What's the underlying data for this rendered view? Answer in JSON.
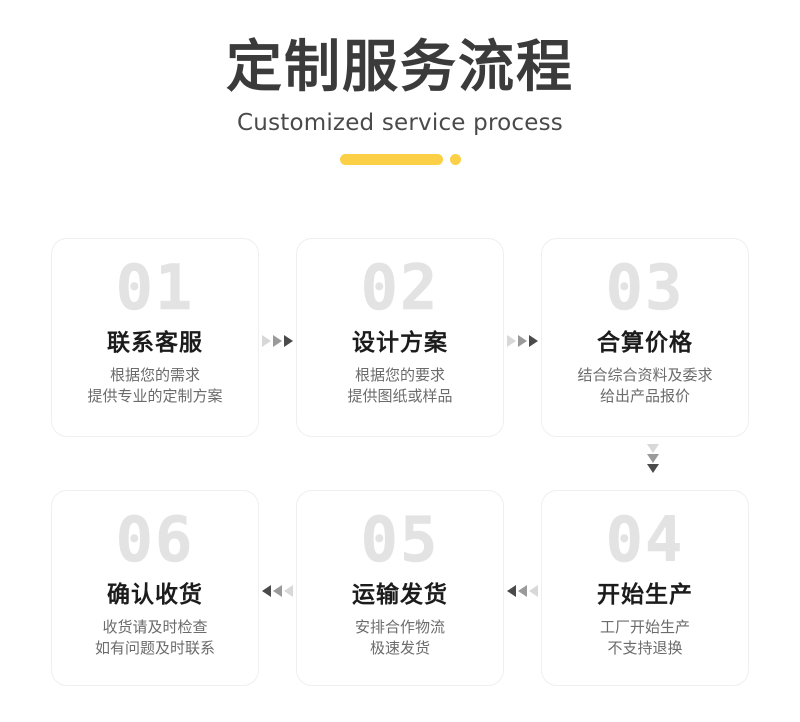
{
  "header": {
    "title": "定制服务流程",
    "subtitle": "Customized service process",
    "accent_color": "#FBD046",
    "title_color": "#3b3b3b"
  },
  "flow": {
    "top_row": [
      {
        "number": "01",
        "title": "联系客服",
        "desc_line1": "根据您的需求",
        "desc_line2": "提供专业的定制方案"
      },
      {
        "number": "02",
        "title": "设计方案",
        "desc_line1": "根据您的要求",
        "desc_line2": "提供图纸或样品"
      },
      {
        "number": "03",
        "title": "合算价格",
        "desc_line1": "结合综合资料及委求",
        "desc_line2": "给出产品报价"
      }
    ],
    "bottom_row": [
      {
        "number": "06",
        "title": "确认收货",
        "desc_line1": "收货请及时检查",
        "desc_line2": "如有问题及时联系"
      },
      {
        "number": "05",
        "title": "运输发货",
        "desc_line1": "安排合作物流",
        "desc_line2": "极速发货"
      },
      {
        "number": "04",
        "title": "开始生产",
        "desc_line1": "工厂开始生产",
        "desc_line2": "不支持退换"
      }
    ],
    "connectors": {
      "top_direction": "right",
      "bottom_direction": "left",
      "vertical_direction": "down",
      "arrow_colors": [
        "#d8d8d8",
        "#9a9a9a",
        "#4a4a4a"
      ]
    }
  }
}
